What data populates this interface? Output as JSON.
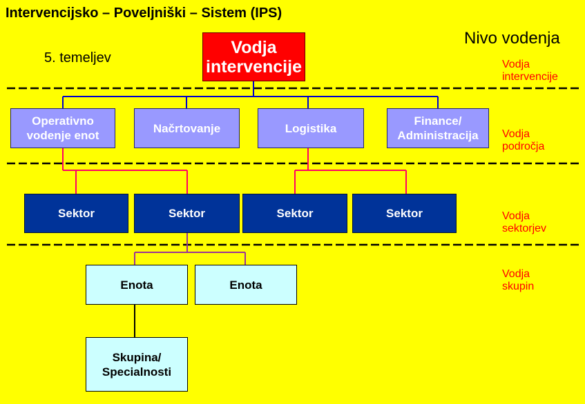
{
  "header": {
    "title": "Intervencijsko – Poveljniški – Sistem (IPS)",
    "subtitle": "5. temeljev",
    "level_column_title": "Nivo vodenja"
  },
  "levels": [
    "Vodja\nintervencije",
    "Vodja\npodročja",
    "Vodja\nsektorjev",
    "Vodja\nskupin"
  ],
  "chart": {
    "top": "Vodja\nintervencije",
    "areas": [
      "Operativno\nvodenje enot",
      "Načrtovanje",
      "Logistika",
      "Finance/\nAdministracija"
    ],
    "sectors": [
      "Sektor",
      "Sektor",
      "Sektor",
      "Sektor"
    ],
    "units": [
      "Enota",
      "Enota"
    ],
    "group": "Skupina/\nSpecialnosti"
  },
  "colors": {
    "background": "#FFFF00",
    "top_box": "#FF0000",
    "area_box": "#9999FF",
    "sector_box": "#003399",
    "unit_box": "#CCFFFF",
    "level_text": "#FF0000",
    "top_connector": "#0000CC",
    "sector_connector": "#FF0066",
    "unit_connector": "#993399"
  }
}
